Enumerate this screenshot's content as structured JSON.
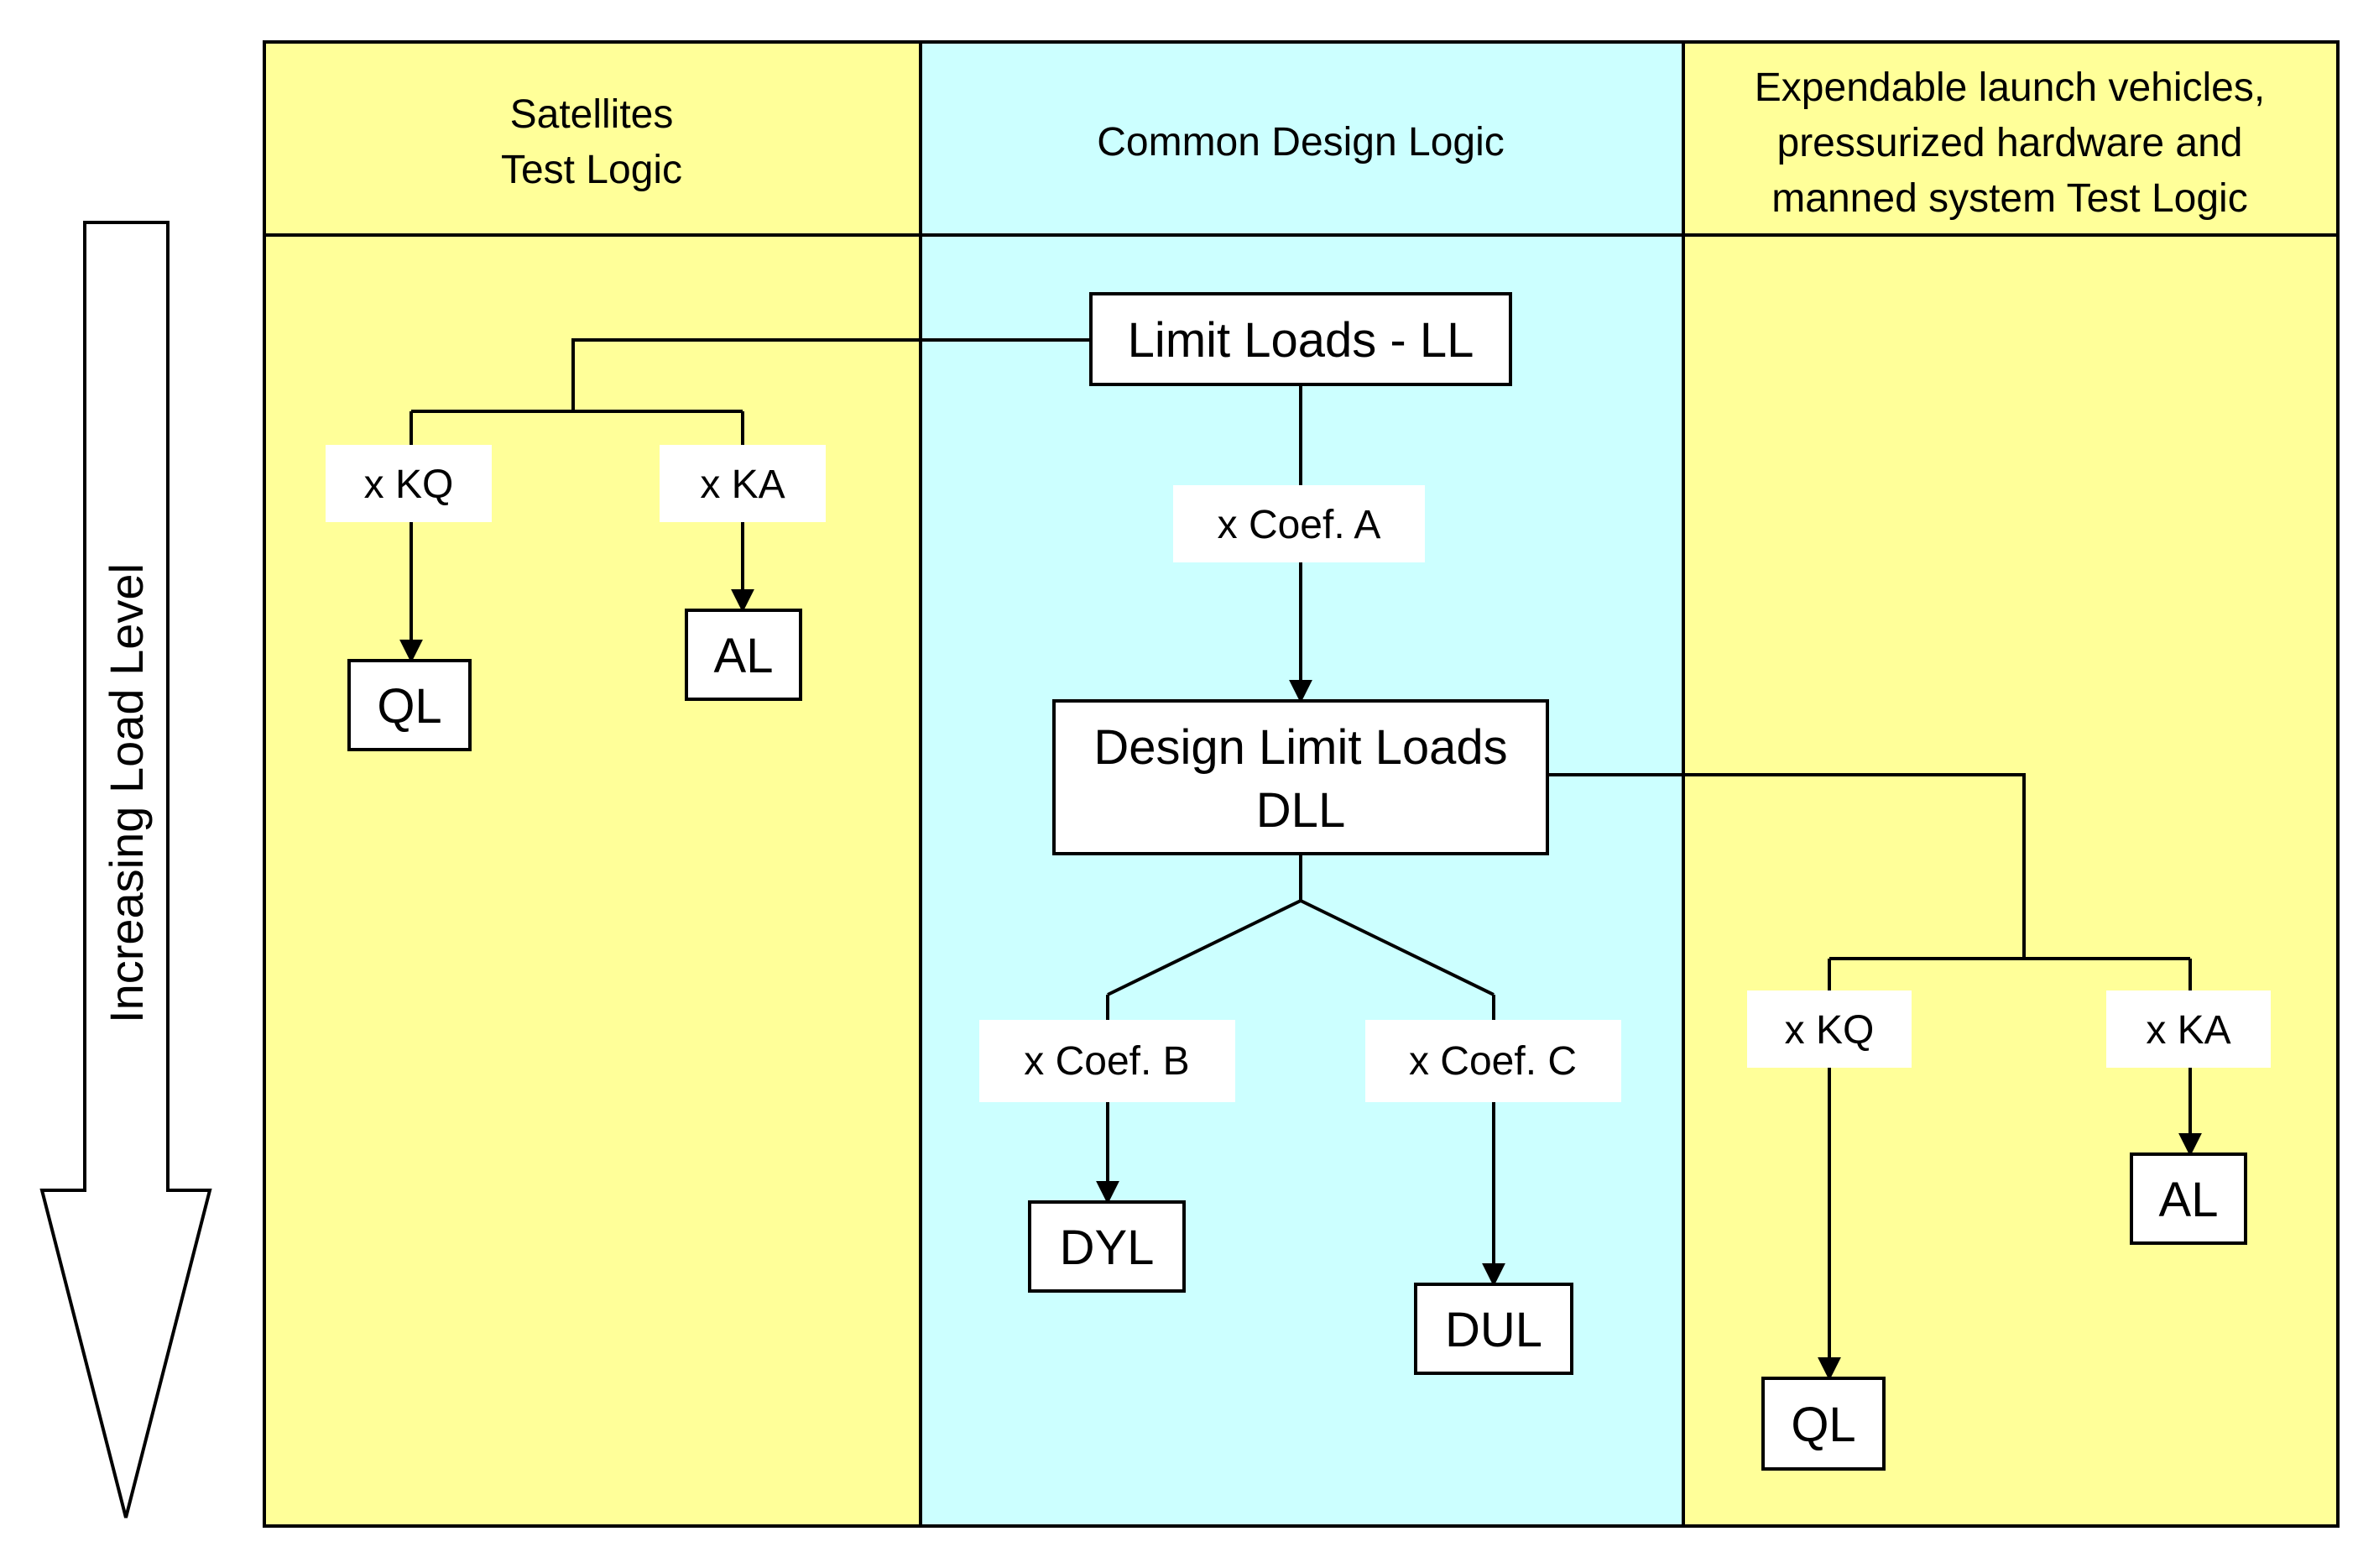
{
  "axis": {
    "label": "Increasing Load Level"
  },
  "columns": {
    "left": {
      "header_line1": "Satellites",
      "header_line2": "Test Logic"
    },
    "center": {
      "header": "Common Design Logic"
    },
    "right": {
      "header_line1": "Expendable launch vehicles,",
      "header_line2": "pressurized hardware and",
      "header_line3": "manned system Test Logic"
    }
  },
  "nodes": {
    "limit_loads": "Limit Loads - LL",
    "design_limit_line1": "Design Limit Loads",
    "design_limit_line2": "DLL",
    "dyl": "DYL",
    "dul": "DUL",
    "left_ql": "QL",
    "left_al": "AL",
    "right_ql": "QL",
    "right_al": "AL"
  },
  "edge_labels": {
    "coef_a": "x Coef. A",
    "coef_b": "x Coef. B",
    "coef_c": "x Coef. C",
    "left_kq": "x KQ",
    "left_ka": "x KA",
    "right_kq": "x KQ",
    "right_ka": "x KA"
  },
  "colors": {
    "yellow_panel": "#ffff99",
    "cyan_panel": "#ccffff"
  }
}
